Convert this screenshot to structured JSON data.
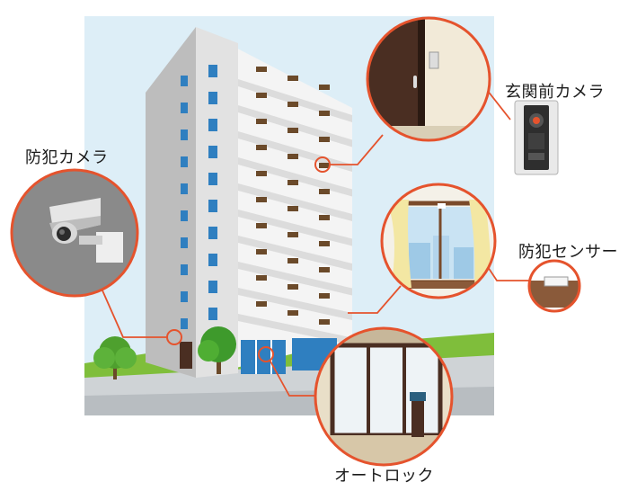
{
  "labels": {
    "entrance_camera": "玄関前カメラ",
    "security_camera": "防犯カメラ",
    "security_sensor": "防犯センサー",
    "auto_lock": "オートロック"
  },
  "colors": {
    "callout_ring": "#e5532d",
    "sky": "#ddeef7",
    "building_front": "#f4f4f4",
    "building_side": "#bdbdbd",
    "window_blue": "#2f7fc0",
    "grass": "#7fbe3b",
    "door_brown": "#4a2e22"
  },
  "icons": [
    "entrance-intercom-icon",
    "security-camera-icon",
    "window-sensor-icon",
    "auto-lock-door-icon",
    "tree-icon"
  ]
}
